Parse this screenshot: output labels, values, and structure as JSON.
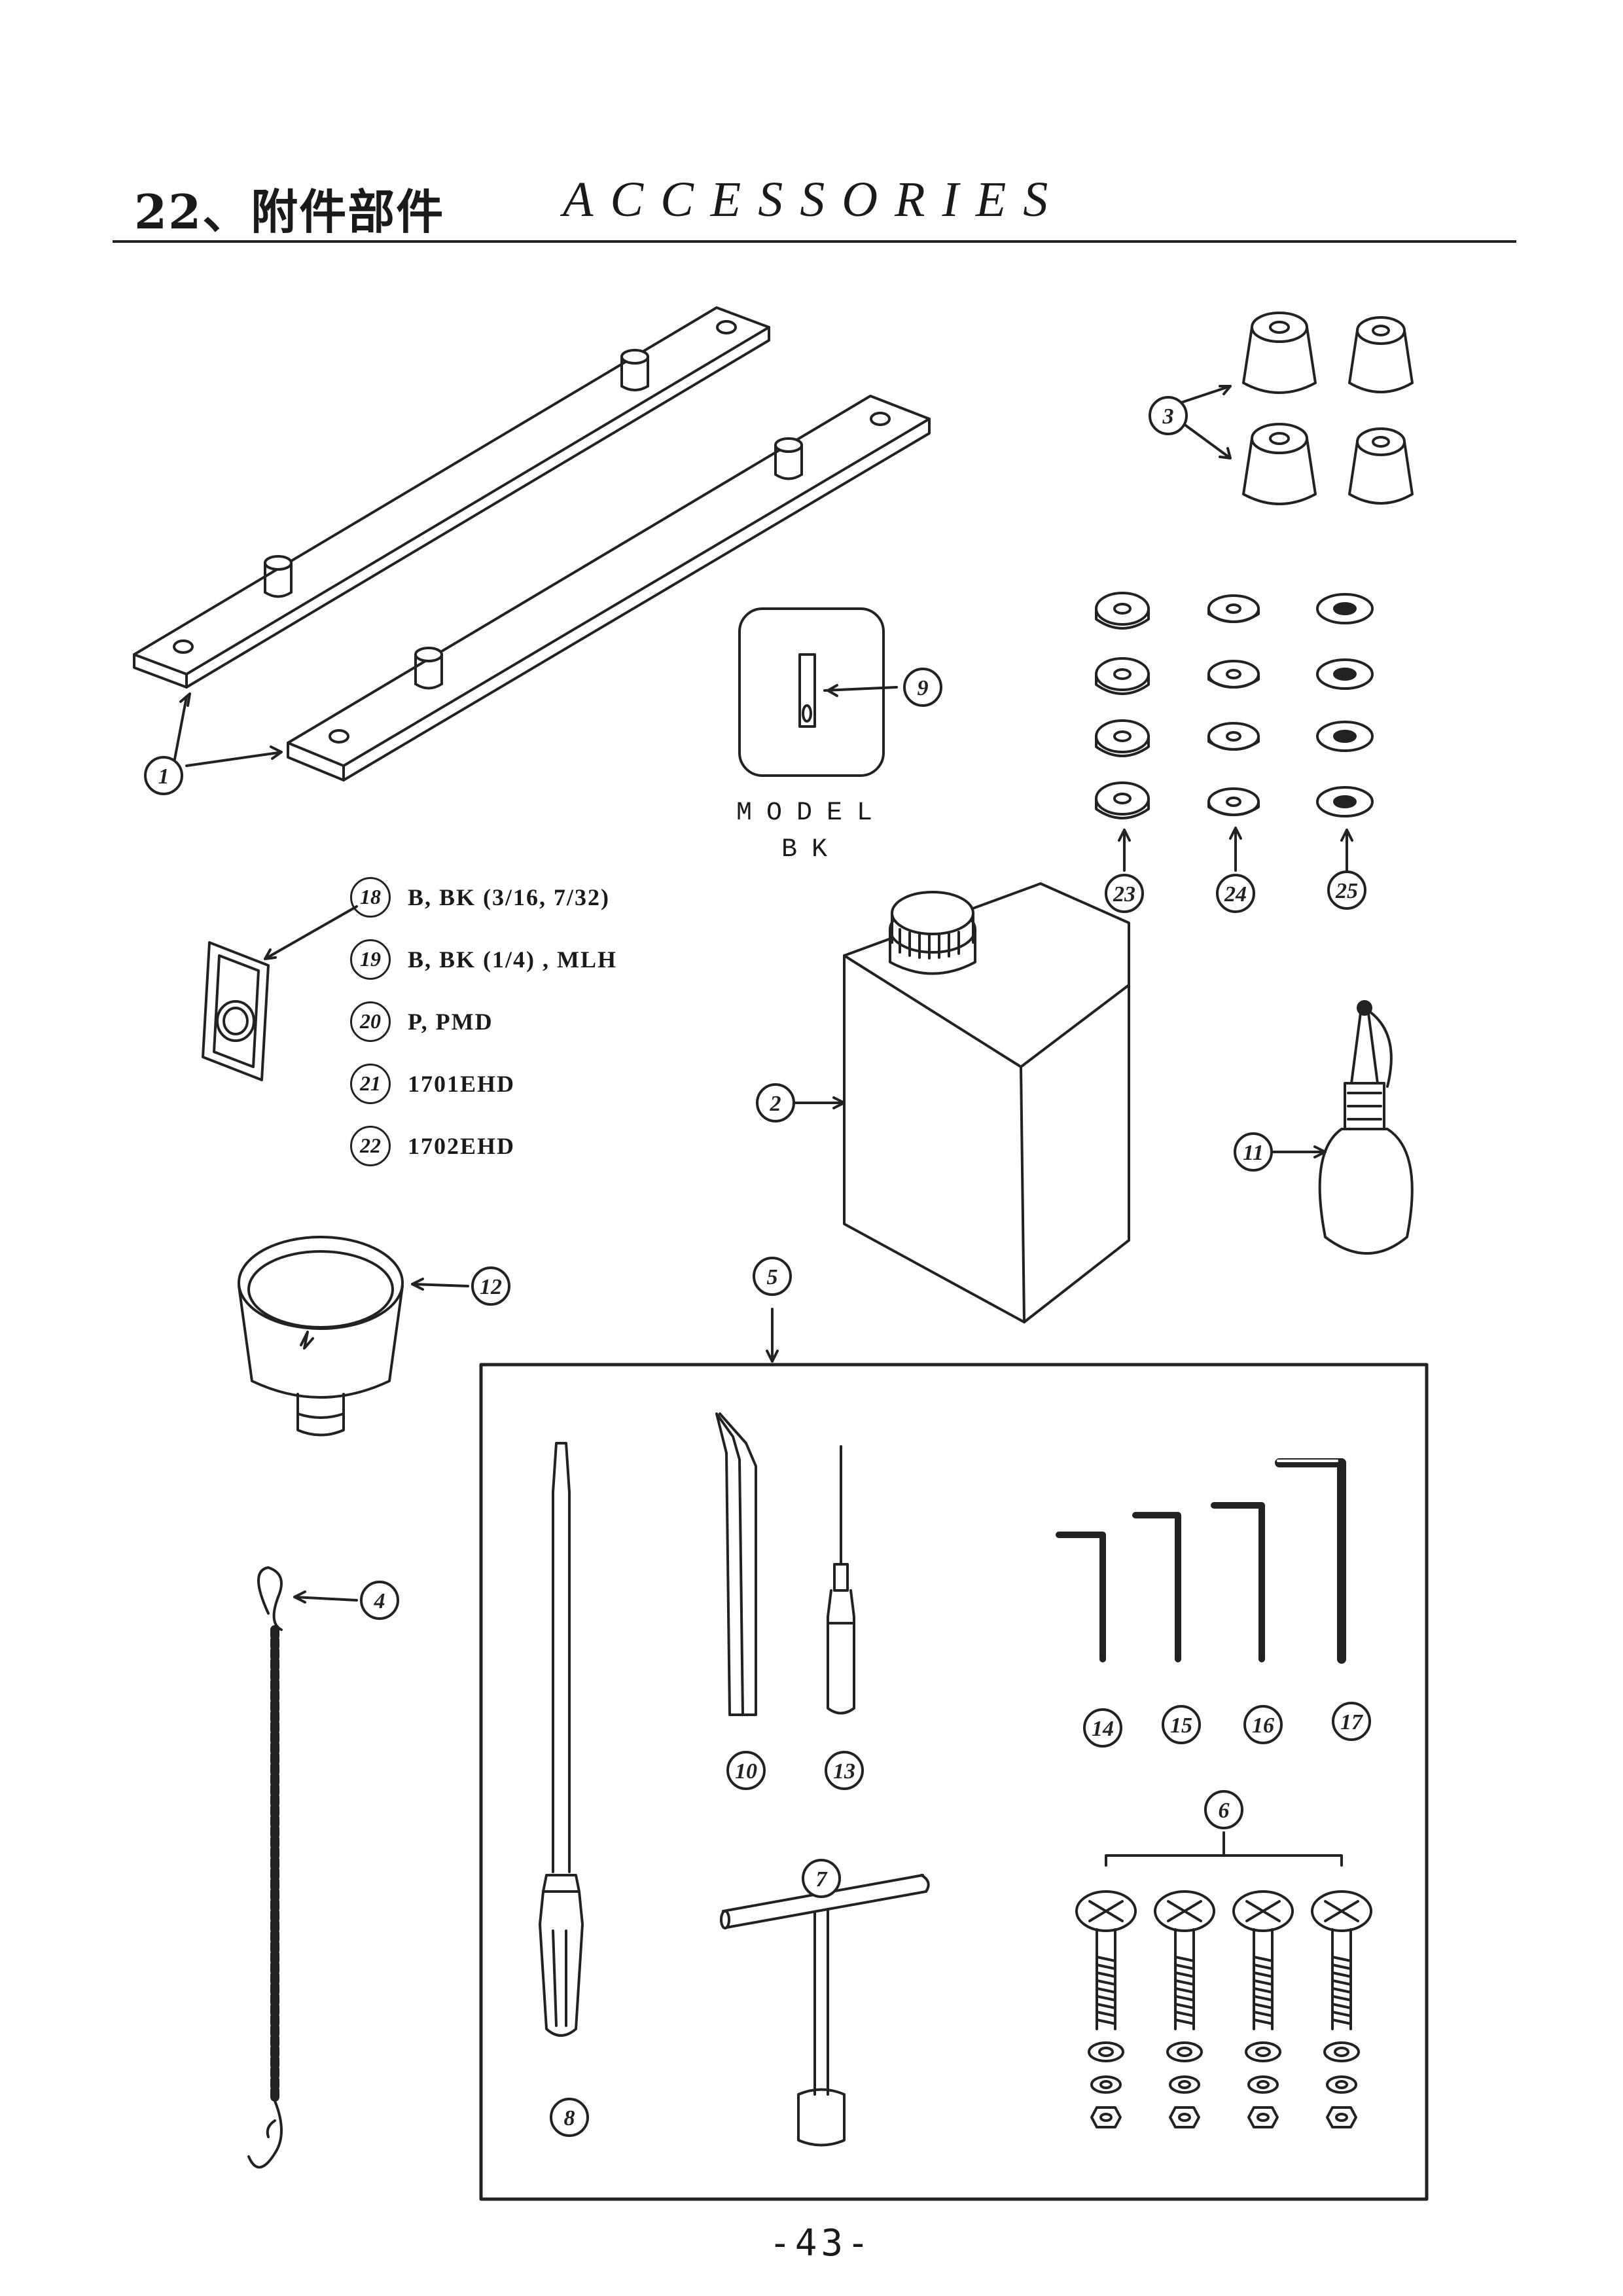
{
  "header": {
    "title_cn": "22、附件部件",
    "title_en": "ACCESSORIES"
  },
  "model_label": {
    "line1": "MODEL",
    "line2": "BK"
  },
  "legend": [
    {
      "num": "18",
      "text": "B, BK (3/16, 7/32)"
    },
    {
      "num": "19",
      "text": "B, BK (1/4) , MLH"
    },
    {
      "num": "20",
      "text": "P, PMD"
    },
    {
      "num": "21",
      "text": "1701EHD"
    },
    {
      "num": "22",
      "text": "1702EHD"
    }
  ],
  "callouts": [
    "1",
    "2",
    "3",
    "4",
    "5",
    "6",
    "7",
    "8",
    "9",
    "10",
    "11",
    "12",
    "13",
    "14",
    "15",
    "16",
    "17",
    "23",
    "24",
    "25"
  ],
  "page_number": "-43-"
}
